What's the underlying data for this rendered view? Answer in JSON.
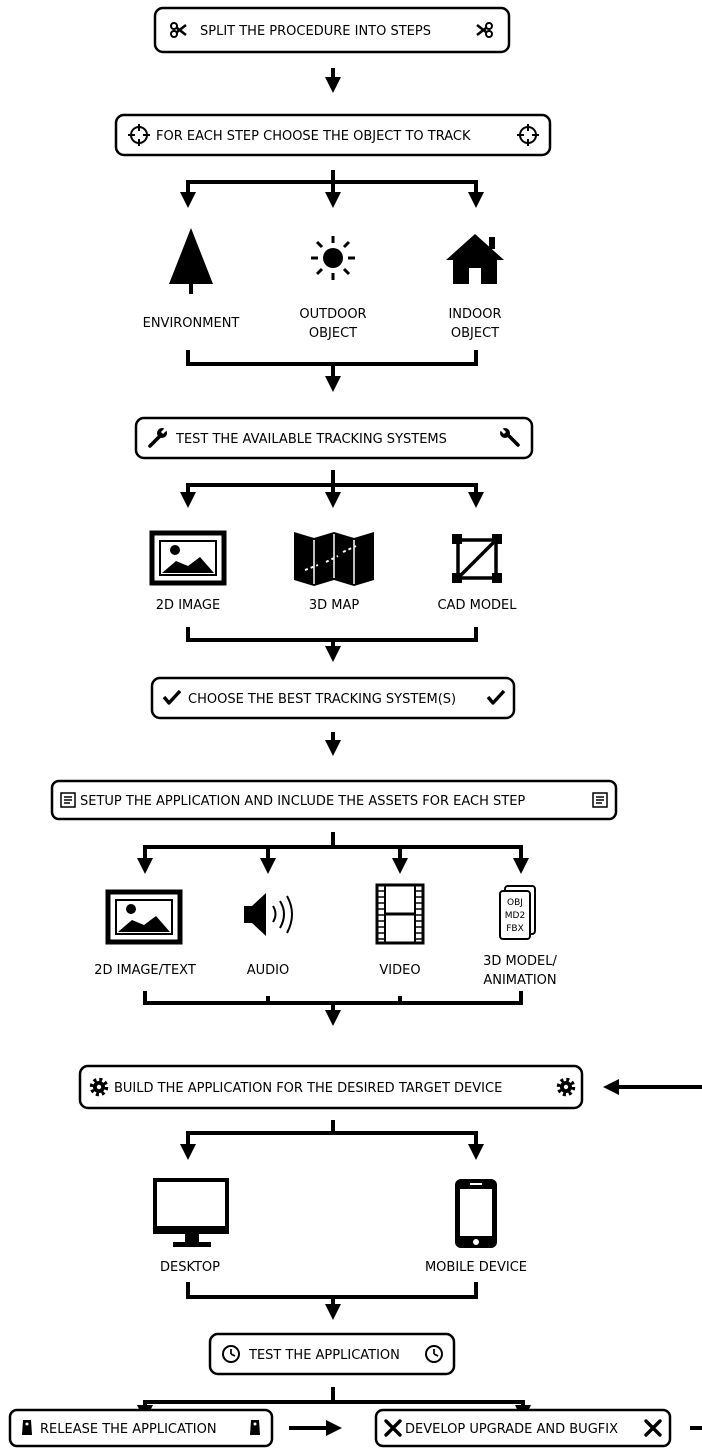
{
  "steps": {
    "split": "SPLIT THE PROCEDURE INTO STEPS",
    "choose_object": "FOR EACH STEP CHOOSE THE OBJECT TO TRACK",
    "test_tracking": "TEST THE AVAILABLE TRACKING SYSTEMS",
    "choose_best": "CHOOSE THE BEST TRACKING SYSTEM(S)",
    "setup": "SETUP THE APPLICATION AND INCLUDE THE ASSETS FOR EACH STEP",
    "build": "BUILD THE APPLICATION FOR THE DESIRED  TARGET DEVICE",
    "test_app": "TEST THE APPLICATION",
    "release": "RELEASE THE APPLICATION",
    "develop": "DEVELOP UPGRADE AND BUGFIX"
  },
  "objects": {
    "environment": "ENVIRONMENT",
    "outdoor_line1": "OUTDOOR",
    "outdoor_line2": "OBJECT",
    "indoor_line1": "INDOOR",
    "indoor_line2": "OBJECT"
  },
  "tracking": {
    "image2d": "2D IMAGE",
    "map3d": "3D MAP",
    "cad": "CAD MODEL"
  },
  "assets": {
    "image_text": "2D IMAGE/TEXT",
    "audio": "AUDIO",
    "video": "VIDEO",
    "model_line1": "3D MODEL/",
    "model_line2": "ANIMATION",
    "formats": [
      "OBJ",
      "MD2",
      "FBX"
    ]
  },
  "devices": {
    "desktop": "DESKTOP",
    "mobile": "MOBILE DEVICE"
  },
  "icons": [
    "scissors-icon",
    "crosshair-icon",
    "tree-icon",
    "sun-icon",
    "house-icon",
    "wrench-icon",
    "image-icon",
    "map-icon",
    "cad-icon",
    "check-icon",
    "document-icon",
    "speaker-icon",
    "film-icon",
    "files-icon",
    "gear-icon",
    "monitor-icon",
    "phone-icon",
    "clock-icon",
    "tag-icon",
    "tools-icon"
  ]
}
